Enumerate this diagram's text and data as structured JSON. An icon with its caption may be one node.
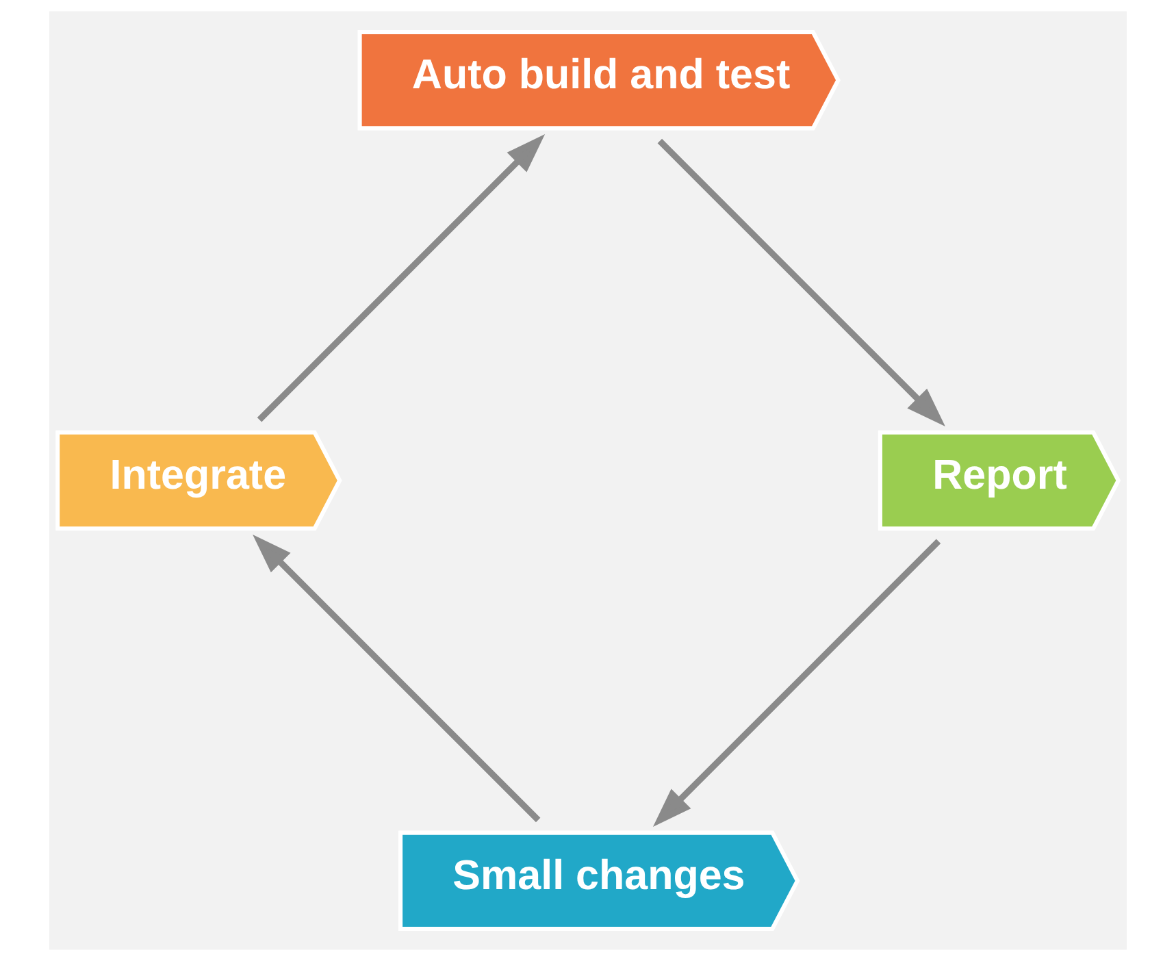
{
  "diagram": {
    "nodes": [
      {
        "text": [
          "Small changes"
        ]
      },
      {
        "text": [
          "Integrate"
        ]
      },
      {
        "text": [
          "Auto build and test"
        ]
      },
      {
        "text": [
          "Report"
        ]
      }
    ],
    "edges": [
      {
        "from": 0,
        "to": 1,
        "arrow": "to"
      },
      {
        "from": 1,
        "to": 2,
        "arrow": "to"
      },
      {
        "from": 2,
        "to": 3,
        "arrow": "to"
      },
      {
        "from": 3,
        "to": 0,
        "arrow": "to"
      }
    ]
  }
}
